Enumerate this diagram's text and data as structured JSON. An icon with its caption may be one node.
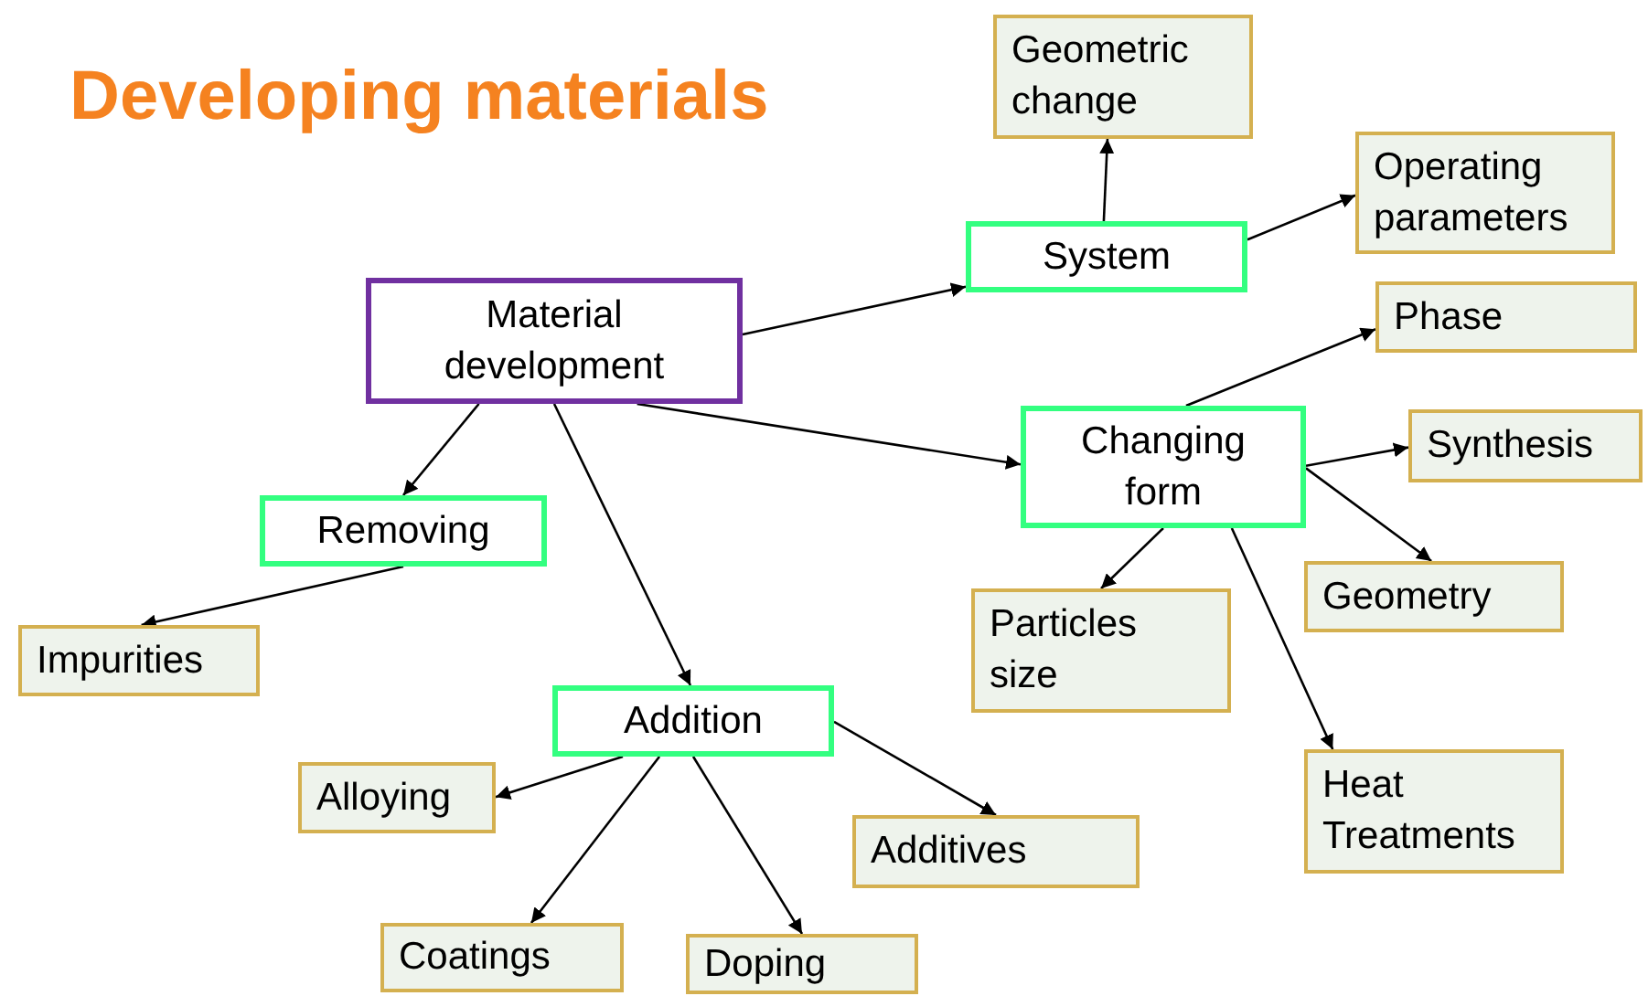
{
  "diagram": {
    "title": "Developing materials",
    "nodes": [
      {
        "text": [
          "Material development"
        ]
      },
      {
        "text": [
          "System"
        ]
      },
      {
        "text": [
          "Geometric change"
        ]
      },
      {
        "text": [
          "Operating parameters"
        ]
      },
      {
        "text": [
          "Changing form"
        ]
      },
      {
        "text": [
          "Phase"
        ]
      },
      {
        "text": [
          "Synthesis"
        ]
      },
      {
        "text": [
          "Geometry"
        ]
      },
      {
        "text": [
          "Particles size"
        ]
      },
      {
        "text": [
          "Heat Treatments"
        ]
      },
      {
        "text": [
          "Removing"
        ]
      },
      {
        "text": [
          "Impurities"
        ]
      },
      {
        "text": [
          "Addition"
        ]
      },
      {
        "text": [
          "Alloying"
        ]
      },
      {
        "text": [
          "Additives"
        ]
      },
      {
        "text": [
          "Coatings"
        ]
      },
      {
        "text": [
          "Doping"
        ]
      }
    ],
    "edges": [
      {
        "from": 0,
        "to": 1,
        "arrow": "to"
      },
      {
        "from": 1,
        "to": 2,
        "arrow": "to"
      },
      {
        "from": 1,
        "to": 3,
        "arrow": "to"
      },
      {
        "from": 4,
        "to": 5,
        "arrow": "to"
      },
      {
        "from": 0,
        "to": 4,
        "arrow": "to"
      },
      {
        "from": 4,
        "to": 6,
        "arrow": "to"
      },
      {
        "from": 4,
        "to": 7,
        "arrow": "to"
      },
      {
        "from": 4,
        "to": 8,
        "arrow": "to"
      },
      {
        "from": 4,
        "to": 9,
        "arrow": "to"
      },
      {
        "from": 0,
        "to": 10,
        "arrow": "to"
      },
      {
        "from": 10,
        "to": 11,
        "arrow": "to"
      },
      {
        "from": 0,
        "to": 12,
        "arrow": "to"
      },
      {
        "from": 12,
        "to": 13,
        "arrow": "to"
      },
      {
        "from": 12,
        "to": 14,
        "arrow": "to"
      },
      {
        "from": 12,
        "to": 15,
        "arrow": "to"
      },
      {
        "from": 12,
        "to": 16,
        "arrow": "to"
      }
    ]
  }
}
